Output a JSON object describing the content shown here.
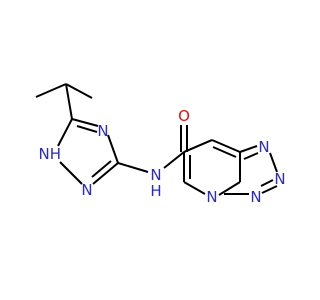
{
  "molecule": {
    "atoms": {
      "n_triazole_top": "N",
      "n_triazole_right": "N",
      "nh_triazole": "NH",
      "h_prefix": "H",
      "n_prefix": "N",
      "amide_n": "N",
      "amide_h": "H",
      "carbonyl_o": "O",
      "tetrazole_n1": "N",
      "tetrazole_n2": "N",
      "tetrazole_n3": "N",
      "bridge_n": "N"
    },
    "colors": {
      "carbon_bond": "#000000",
      "nitrogen": "#2a2ac8",
      "oxygen": "#e01010"
    }
  }
}
